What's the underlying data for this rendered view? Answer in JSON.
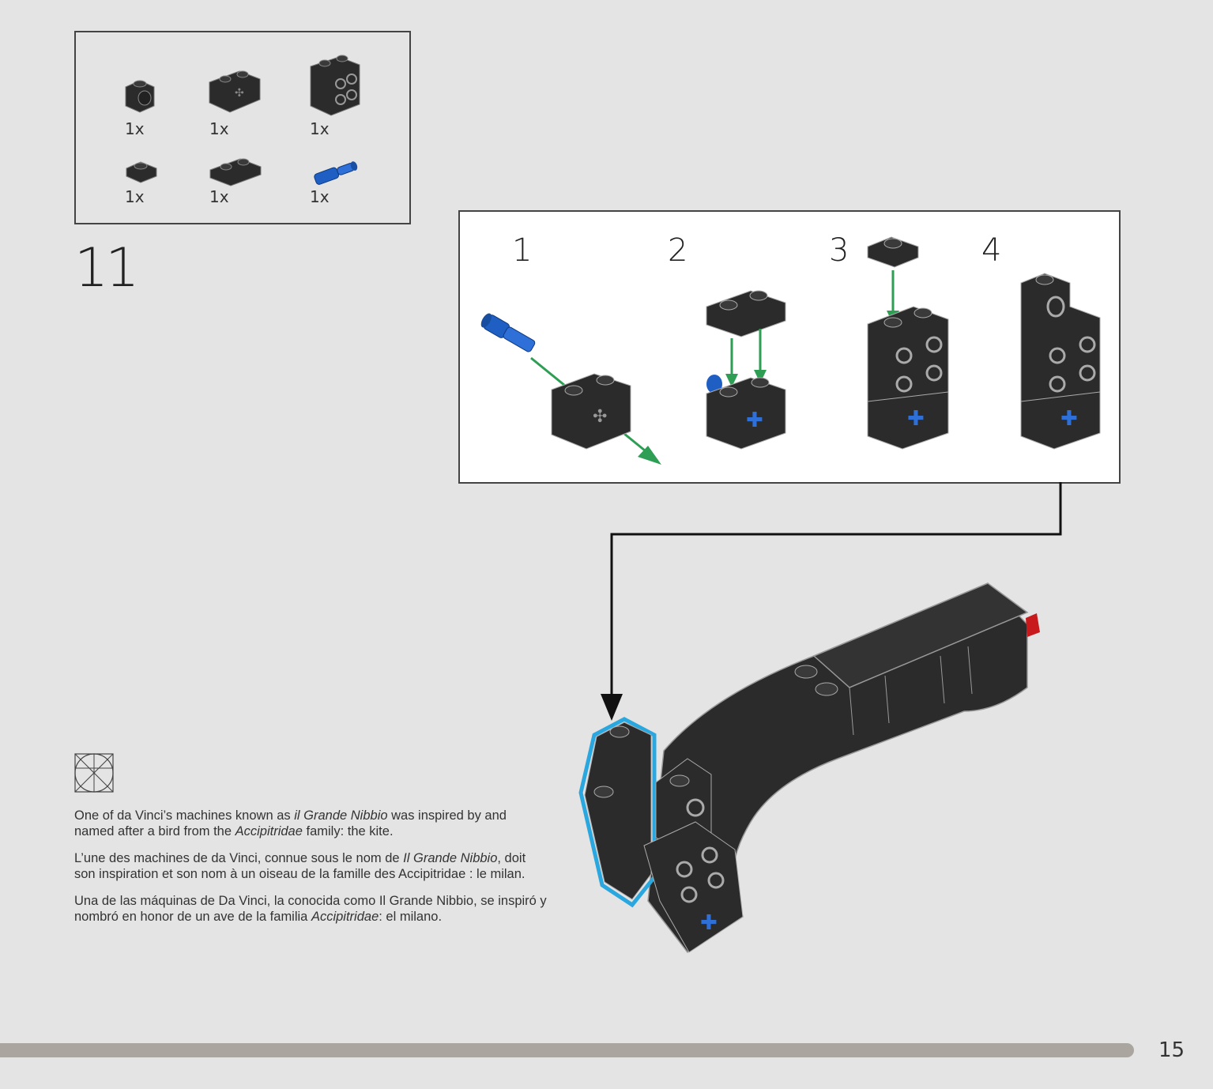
{
  "parts_list": {
    "items": [
      {
        "icon": "technic-brick-1x1-icon",
        "qty": "1x"
      },
      {
        "icon": "technic-brick-1x2-axle-icon",
        "qty": "1x"
      },
      {
        "icon": "brick-2x2-side-studs-icon",
        "qty": "1x"
      },
      {
        "icon": "plate-1x1-icon",
        "qty": "1x"
      },
      {
        "icon": "plate-1x2-icon",
        "qty": "1x"
      },
      {
        "icon": "blue-pin-icon",
        "qty": "1x"
      }
    ]
  },
  "step": {
    "number": "11"
  },
  "substeps": [
    "1",
    "2",
    "3",
    "4"
  ],
  "description": {
    "en": {
      "a": "One of da Vinci’s machines known as ",
      "b": "il Grande Nibbio",
      "c": " was inspired by and named after a bird from the ",
      "d": "Accipitridae",
      "e": " family: the kite."
    },
    "fr": {
      "a": "L’une des machines de da Vinci, connue sous le nom de ",
      "b": "Il Grande Nibbio",
      "c": ", doit son inspiration et son nom à un oiseau de la famille des Accipitridae : le milan."
    },
    "es": {
      "a": "Una de las máquinas de Da Vinci, la conocida como Il Grande Nibbio, se inspiró y nombró en honor de un ave de la familia ",
      "b": "Accipitridae",
      "c": ": el milano."
    }
  },
  "page": {
    "number": "15"
  },
  "colors": {
    "brick": "#2b2b2b",
    "pin": "#1f5fc4",
    "arrow": "#2e9e55",
    "highlight": "#2aa7df",
    "accent_red": "#c8191c",
    "bar": "#aaa59f"
  }
}
